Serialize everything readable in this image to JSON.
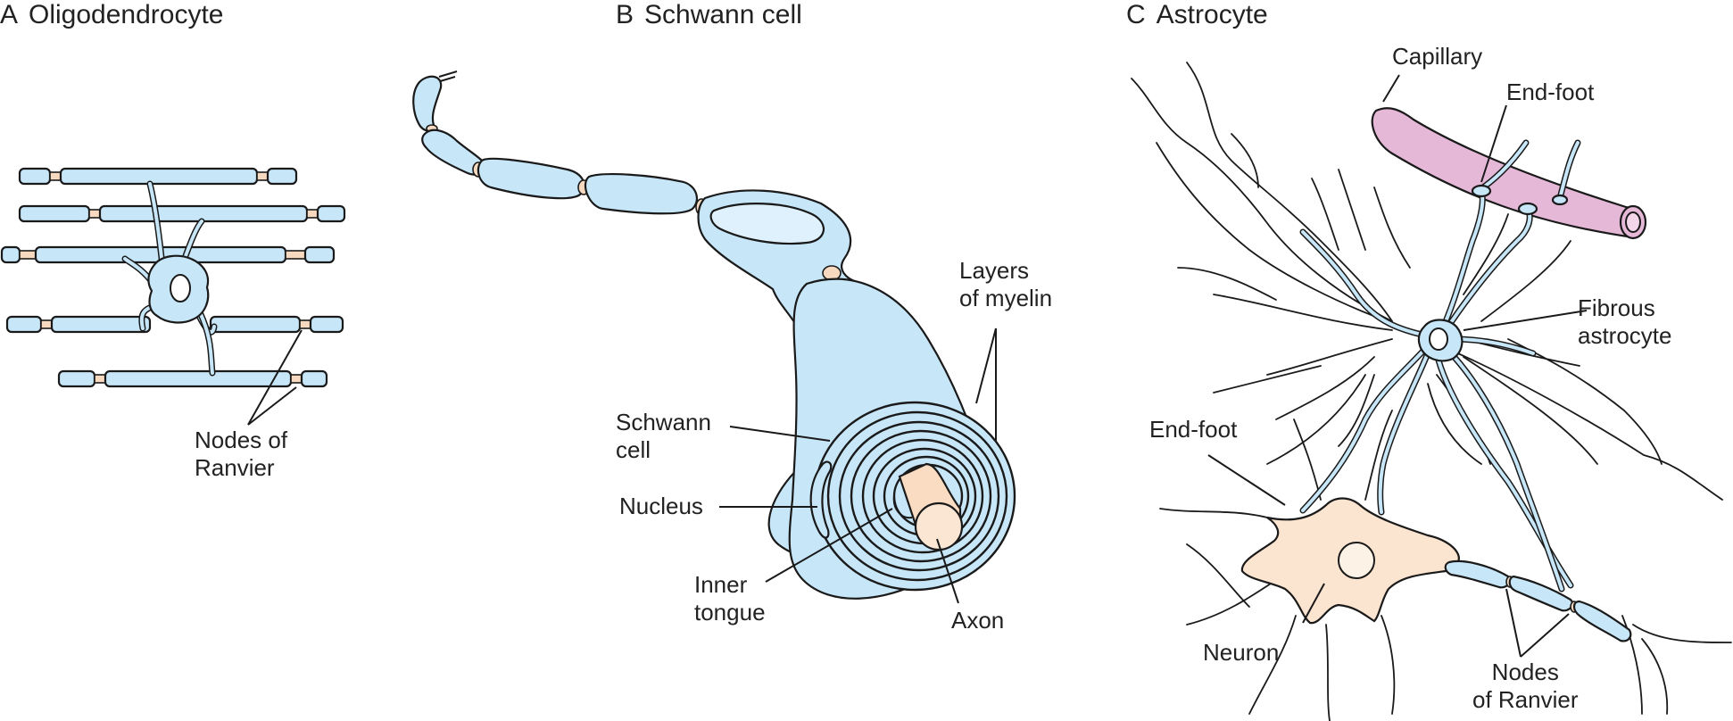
{
  "panels": {
    "a": {
      "letter": "A",
      "title": "Oligodendrocyte",
      "labels": {
        "nodes_line1": "Nodes of",
        "nodes_line2": "Ranvier"
      }
    },
    "b": {
      "letter": "B",
      "title": "Schwann cell",
      "labels": {
        "layers_line1": "Layers",
        "layers_line2": "of myelin",
        "schwann_line1": "Schwann",
        "schwann_line2": "cell",
        "nucleus": "Nucleus",
        "tongue_line1": "Inner",
        "tongue_line2": "tongue",
        "axon": "Axon"
      }
    },
    "c": {
      "letter": "C",
      "title": "Astrocyte",
      "labels": {
        "capillary": "Capillary",
        "endfoot_top": "End-foot",
        "fibrous_line1": "Fibrous",
        "fibrous_line2": "astrocyte",
        "endfoot_left": "End-foot",
        "neuron": "Neuron",
        "nodes_line1": "Nodes",
        "nodes_line2": "of Ranvier"
      }
    }
  },
  "colors": {
    "myelin": "#c7e6f8",
    "node": "#f6d9bf",
    "capillary": "#e6b8d8",
    "neuron": "#fbe4d0",
    "outline": "#1a1a1a"
  }
}
